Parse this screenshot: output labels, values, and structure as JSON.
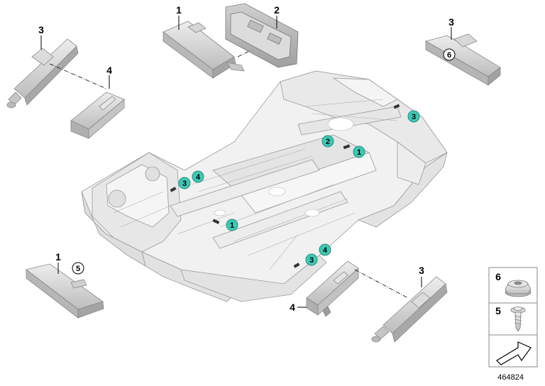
{
  "callouts": {
    "tl_antenna": "3",
    "tl_bracket": "4",
    "top_module": "1",
    "top_holder": "2",
    "tr_antenna": "3",
    "tr_nut_ref": "6",
    "bl_module": "1",
    "bl_screw_ref": "5",
    "br_bracket": "4",
    "br_antenna": "3"
  },
  "vehicle_markers": [
    {
      "label": "3"
    },
    {
      "label": "2"
    },
    {
      "label": "1"
    },
    {
      "label": "3"
    },
    {
      "label": "4"
    },
    {
      "label": "1"
    },
    {
      "label": "3"
    },
    {
      "label": "4"
    }
  ],
  "legend": {
    "nut_number": "6",
    "screw_number": "5"
  },
  "reference_number": "464824",
  "colors": {
    "marker_fill": "#3cc8b4",
    "part_fill": "#d6d6d6",
    "body_fill": "#eeeeee",
    "outline": "#8a8a8a"
  }
}
